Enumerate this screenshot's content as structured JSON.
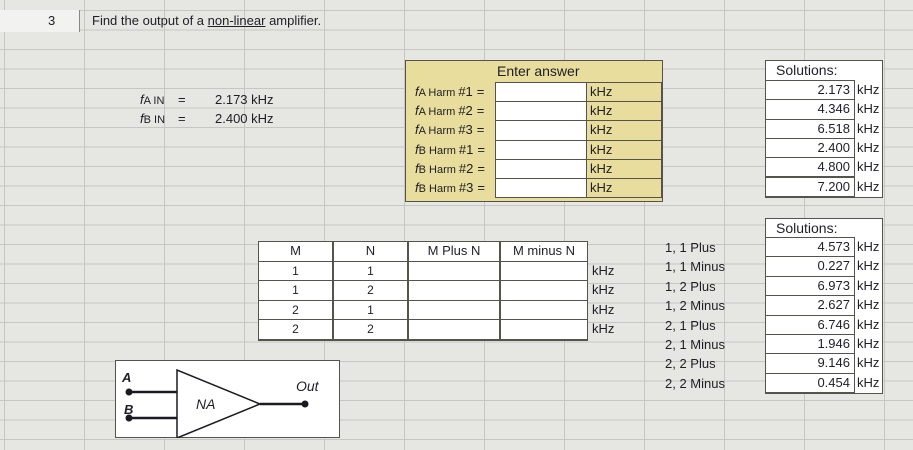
{
  "problem": {
    "number": "3",
    "prefix": "Find the output of a ",
    "underlined": "non-linear",
    "suffix": " amplifier."
  },
  "inputs": [
    {
      "label_pre": "f",
      "label_sub": "A IN",
      "eq": "=",
      "value": "2.173 kHz"
    },
    {
      "label_pre": "f",
      "label_sub": "B IN",
      "eq": "=",
      "value": "2.400 kHz"
    }
  ],
  "answer_box": {
    "header": "Enter answer",
    "rows": [
      {
        "f": "f",
        "sub": "A Harm",
        "num": "#1",
        "eq": "=",
        "unit": "kHz"
      },
      {
        "f": "f",
        "sub": "A Harm",
        "num": "#2",
        "eq": "=",
        "unit": "kHz"
      },
      {
        "f": "f",
        "sub": "A Harm",
        "num": "#3",
        "eq": "=",
        "unit": "kHz"
      },
      {
        "f": "f",
        "sub": "B Harm",
        "num": "#1",
        "eq": "=",
        "unit": "kHz"
      },
      {
        "f": "f",
        "sub": "B Harm",
        "num": "#2",
        "eq": "=",
        "unit": "kHz"
      },
      {
        "f": "f",
        "sub": "B Harm",
        "num": "#3",
        "eq": "=",
        "unit": "kHz"
      }
    ]
  },
  "solutions_1": {
    "title": "Solutions:",
    "rows": [
      {
        "value": "2.173",
        "unit": "kHz"
      },
      {
        "value": "4.346",
        "unit": "kHz"
      },
      {
        "value": "6.518",
        "unit": "kHz"
      },
      {
        "value": "2.400",
        "unit": "kHz"
      },
      {
        "value": "4.800",
        "unit": "kHz"
      },
      {
        "value": "7.200",
        "unit": "kHz"
      }
    ]
  },
  "mn_table": {
    "headers": [
      "M",
      "N",
      "M Plus N",
      "M minus N"
    ],
    "rows": [
      {
        "m": "1",
        "n": "1",
        "unit": "kHz"
      },
      {
        "m": "1",
        "n": "2",
        "unit": "kHz"
      },
      {
        "m": "2",
        "n": "1",
        "unit": "kHz"
      },
      {
        "m": "2",
        "n": "2",
        "unit": "kHz"
      }
    ]
  },
  "combos": [
    "1, 1 Plus",
    "1, 1 Minus",
    "1, 2 Plus",
    "1, 2 Minus",
    "2, 1 Plus",
    "2, 1 Minus",
    "2, 2 Plus",
    "2, 2 Minus"
  ],
  "solutions_2": {
    "title": "Solutions:",
    "rows": [
      {
        "value": "4.573",
        "unit": "kHz"
      },
      {
        "value": "0.227",
        "unit": "kHz"
      },
      {
        "value": "6.973",
        "unit": "kHz"
      },
      {
        "value": "2.627",
        "unit": "kHz"
      },
      {
        "value": "6.746",
        "unit": "kHz"
      },
      {
        "value": "1.946",
        "unit": "kHz"
      },
      {
        "value": "9.146",
        "unit": "kHz"
      },
      {
        "value": "0.454",
        "unit": "kHz"
      }
    ]
  },
  "diagram": {
    "input_a": "A",
    "input_b": "B",
    "amp_label": "NA",
    "output": "Out"
  },
  "colors": {
    "answer_fill": "#e8dd9c",
    "grid": "#c6c6c2",
    "border": "#55544c"
  }
}
